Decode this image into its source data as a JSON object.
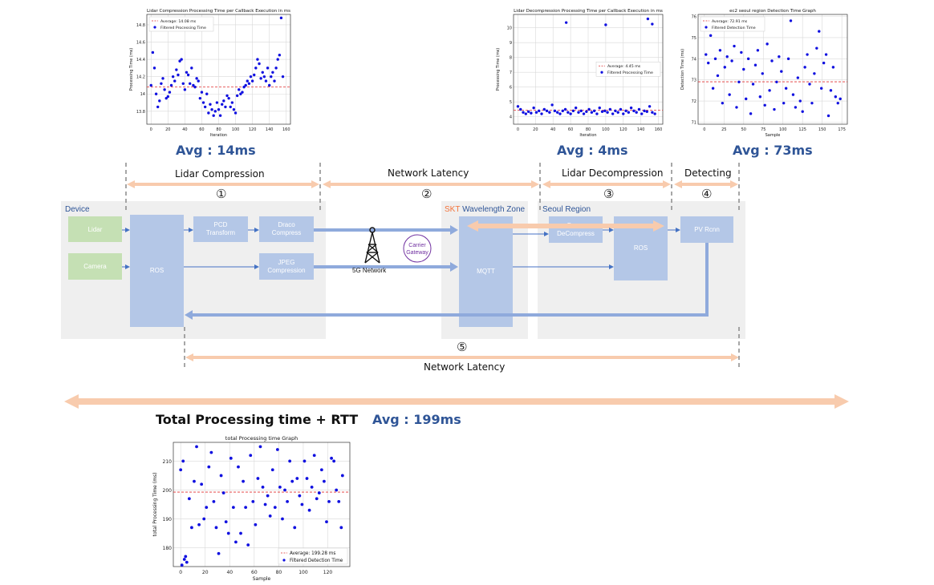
{
  "plots": {
    "compression": {
      "title": "Lidar Compression Processing Time per Callback Execution in ms",
      "xlabel": "Iteration",
      "ylabel": "Processing Time (ms)",
      "legend_avg": "Average: 14.08 ms",
      "legend_pts": "Filtered Processing Time"
    },
    "decompression": {
      "title": "Lidar Decompression Processing Time per Callback Execution in ms",
      "xlabel": "Iteration",
      "ylabel": "Processing Time (ms)",
      "legend_avg": "Average: 4.45 ms",
      "legend_pts": "Filtered Processing Time"
    },
    "detection": {
      "title": "ec2 seoul region Detection Time Graph",
      "xlabel": "Sample",
      "ylabel": "Detection Time (ms)",
      "legend_avg": "Average: 72.91 ms",
      "legend_pts": "Filtered Detection Time"
    },
    "total": {
      "title": "total Processing time Graph",
      "xlabel": "Sample",
      "ylabel": "total Processing Time (ms)",
      "legend_avg": "Average: 199.28 ms",
      "legend_pts": "Filtered Detection Time"
    }
  },
  "chart_data": [
    {
      "type": "scatter",
      "title": "Lidar Compression Processing Time per Callback Execution in ms",
      "xlabel": "Iteration",
      "ylabel": "Processing Time (ms)",
      "xlim": [
        -5,
        165
      ],
      "ylim": [
        13.65,
        14.92
      ],
      "xticks": [
        0,
        20,
        40,
        60,
        80,
        100,
        120,
        140,
        160
      ],
      "yticks": [
        13.8,
        14.0,
        14.2,
        14.4,
        14.6,
        14.8
      ],
      "average": 14.08,
      "series": [
        {
          "name": "Filtered Processing Time",
          "x": [
            0,
            2,
            4,
            6,
            8,
            10,
            12,
            14,
            16,
            18,
            20,
            22,
            24,
            26,
            28,
            30,
            32,
            34,
            36,
            38,
            40,
            42,
            44,
            46,
            48,
            50,
            52,
            54,
            56,
            58,
            60,
            62,
            64,
            66,
            68,
            70,
            72,
            74,
            76,
            78,
            80,
            82,
            84,
            86,
            88,
            90,
            92,
            94,
            96,
            98,
            100,
            102,
            104,
            106,
            108,
            110,
            112,
            114,
            116,
            118,
            120,
            122,
            124,
            126,
            128,
            130,
            132,
            134,
            136,
            138,
            140,
            142,
            144,
            146,
            148,
            150,
            152,
            154,
            156
          ],
          "y": [
            14.1,
            14.48,
            14.3,
            14.0,
            13.85,
            13.92,
            14.12,
            14.18,
            14.05,
            13.95,
            13.97,
            14.02,
            14.1,
            14.2,
            14.15,
            14.28,
            14.22,
            14.38,
            14.4,
            14.12,
            14.05,
            14.25,
            14.22,
            14.12,
            14.3,
            14.1,
            14.08,
            14.18,
            14.15,
            13.95,
            14.02,
            13.9,
            13.85,
            14.0,
            13.78,
            13.88,
            13.82,
            13.75,
            13.8,
            13.9,
            13.82,
            13.75,
            13.88,
            13.92,
            13.85,
            13.98,
            13.95,
            13.85,
            13.9,
            13.82,
            13.78,
            13.98,
            14.05,
            14.0,
            14.02,
            14.08,
            14.1,
            14.15,
            14.12,
            14.2,
            14.15,
            14.22,
            14.3,
            14.4,
            14.35,
            14.18,
            14.25,
            14.2,
            14.15,
            14.3,
            14.1,
            14.2,
            14.25,
            14.15,
            14.3,
            14.4,
            14.45,
            14.88,
            14.2
          ]
        }
      ]
    },
    {
      "type": "scatter",
      "title": "Lidar Decompression Processing Time per Callback Execution in ms",
      "xlabel": "Iteration",
      "ylabel": "Processing Time (ms)",
      "xlim": [
        -5,
        165
      ],
      "ylim": [
        3.5,
        10.9
      ],
      "xticks": [
        0,
        20,
        40,
        60,
        80,
        100,
        120,
        140,
        160
      ],
      "yticks": [
        4,
        5,
        6,
        7,
        8,
        9,
        10
      ],
      "average": 4.45,
      "series": [
        {
          "name": "Filtered Processing Time",
          "x": [
            0,
            3,
            6,
            9,
            12,
            15,
            18,
            21,
            24,
            27,
            30,
            33,
            36,
            39,
            42,
            45,
            48,
            51,
            54,
            57,
            60,
            63,
            66,
            69,
            72,
            75,
            78,
            81,
            84,
            87,
            90,
            93,
            96,
            99,
            102,
            105,
            108,
            111,
            114,
            117,
            120,
            123,
            126,
            129,
            132,
            135,
            138,
            141,
            144,
            147,
            150,
            153,
            156,
            55,
            100,
            148,
            153
          ],
          "y": [
            4.7,
            4.5,
            4.3,
            4.2,
            4.35,
            4.25,
            4.6,
            4.3,
            4.4,
            4.2,
            4.5,
            4.4,
            4.3,
            4.8,
            4.4,
            4.3,
            4.2,
            4.4,
            4.5,
            4.3,
            4.2,
            4.4,
            4.6,
            4.3,
            4.4,
            4.2,
            4.35,
            4.5,
            4.3,
            4.4,
            4.2,
            4.6,
            4.35,
            4.4,
            4.3,
            4.5,
            4.2,
            4.4,
            4.3,
            4.5,
            4.2,
            4.4,
            4.3,
            4.6,
            4.4,
            4.3,
            4.5,
            4.2,
            4.4,
            4.35,
            4.7,
            4.3,
            4.2,
            10.35,
            10.2,
            10.6,
            10.25
          ]
        }
      ]
    },
    {
      "type": "scatter",
      "title": "ec2 seoul region Detection Time Graph",
      "xlabel": "Sample",
      "ylabel": "Detection Time (ms)",
      "xlim": [
        -8,
        182
      ],
      "ylim": [
        70.9,
        76.1
      ],
      "xticks": [
        0,
        25,
        50,
        75,
        100,
        125,
        150,
        175
      ],
      "yticks": [
        71,
        72,
        73,
        74,
        75,
        76
      ],
      "average": 72.91,
      "series": [
        {
          "name": "Filtered Detection Time",
          "x": [
            2,
            5,
            8,
            11,
            14,
            17,
            20,
            23,
            26,
            29,
            32,
            35,
            38,
            41,
            44,
            47,
            50,
            53,
            56,
            59,
            62,
            65,
            68,
            71,
            74,
            77,
            80,
            83,
            86,
            89,
            92,
            95,
            98,
            101,
            104,
            107,
            110,
            113,
            116,
            119,
            122,
            125,
            128,
            131,
            134,
            137,
            140,
            143,
            146,
            149,
            152,
            155,
            158,
            161,
            164,
            167,
            170,
            173
          ],
          "y": [
            74.2,
            73.8,
            75.1,
            72.6,
            74.0,
            73.2,
            74.4,
            71.9,
            73.6,
            74.1,
            72.3,
            73.9,
            74.6,
            71.7,
            72.9,
            74.3,
            73.5,
            72.1,
            74.0,
            71.4,
            72.8,
            73.7,
            74.4,
            72.2,
            73.3,
            71.8,
            74.7,
            72.5,
            73.9,
            71.6,
            72.9,
            74.1,
            73.4,
            71.9,
            72.6,
            74.0,
            75.8,
            72.3,
            71.7,
            73.1,
            72.0,
            71.5,
            73.6,
            74.2,
            72.8,
            71.9,
            73.3,
            74.5,
            75.3,
            72.6,
            73.8,
            74.2,
            71.3,
            72.5,
            73.6,
            72.2,
            71.9,
            72.1
          ]
        }
      ]
    },
    {
      "type": "scatter",
      "title": "total Processing time Graph",
      "xlabel": "Sample",
      "ylabel": "total Processing Time (ms)",
      "xlim": [
        -6,
        138
      ],
      "ylim": [
        173.5,
        216.5
      ],
      "xticks": [
        0,
        20,
        40,
        60,
        80,
        100,
        120
      ],
      "yticks": [
        180,
        190,
        200,
        210
      ],
      "average": 199.28,
      "series": [
        {
          "name": "Filtered Detection Time",
          "x": [
            0,
            1,
            2,
            3,
            4,
            5,
            7,
            9,
            11,
            13,
            15,
            17,
            19,
            21,
            23,
            25,
            27,
            29,
            31,
            33,
            35,
            37,
            39,
            41,
            43,
            45,
            47,
            49,
            51,
            53,
            55,
            57,
            59,
            61,
            63,
            65,
            67,
            69,
            71,
            73,
            75,
            77,
            79,
            81,
            83,
            85,
            87,
            89,
            91,
            93,
            95,
            97,
            99,
            101,
            103,
            105,
            107,
            109,
            111,
            113,
            115,
            117,
            119,
            121,
            123,
            125,
            127,
            129,
            131,
            132
          ],
          "y": [
            207,
            174,
            210,
            176,
            177,
            175,
            197,
            187,
            203,
            215,
            188,
            202,
            190,
            194,
            208,
            213,
            196,
            187,
            178,
            205,
            199,
            189,
            185,
            211,
            194,
            182,
            208,
            185,
            203,
            194,
            181,
            212,
            196,
            188,
            204,
            215,
            201,
            195,
            198,
            191,
            207,
            194,
            214,
            201,
            190,
            200,
            196,
            210,
            203,
            187,
            204,
            198,
            195,
            210,
            204,
            193,
            201,
            212,
            197,
            199,
            207,
            203,
            189,
            196,
            211,
            210,
            200,
            196,
            187,
            205
          ]
        }
      ]
    }
  ],
  "diagram": {
    "avg_compression": "Avg : 14ms",
    "avg_decompression": "Avg : 4ms",
    "avg_detection": "Avg : 73ms",
    "avg_total": "Avg : 199ms",
    "total_label": "Total Processing time + RTT",
    "sections": {
      "lidar_compression": "Lidar Compression",
      "network_latency_top": "Network Latency",
      "lidar_decompression": "Lidar Decompression",
      "detecting": "Detecting",
      "network_latency_bottom": "Network Latency"
    },
    "numbers": {
      "n1": "①",
      "n2": "②",
      "n3": "③",
      "n4": "④",
      "n5": "⑤"
    },
    "zones": {
      "device": "Device",
      "skt": "SKT",
      "wavelength": "Wavelength Zone",
      "seoul": "Seoul Region"
    },
    "boxes": {
      "lidar": "Lidar",
      "camera": "Camera",
      "ros_device": "ROS",
      "pcd_transform": "PCD\nTransform",
      "draco_compress": "Draco\nCompress",
      "jpeg_compression": "JPEG\nCompression",
      "mqtt": "MQTT",
      "draco_decompress": "Draco\nDeCompress",
      "ros_seoul": "ROS",
      "pv_rcnn": "PV Rcnn"
    },
    "network_label": "5G Network",
    "carrier_gateway": "Carrier\nGateway",
    "colors": {
      "accent_text": "#2f5597",
      "arrow_peach": "#f8cbad",
      "box_blue": "#b4c7e7",
      "box_green": "#c5e0b4",
      "line_blue": "#8faadc",
      "skt_orange": "#f4733a",
      "gateway_purple": "#7030a0"
    }
  }
}
